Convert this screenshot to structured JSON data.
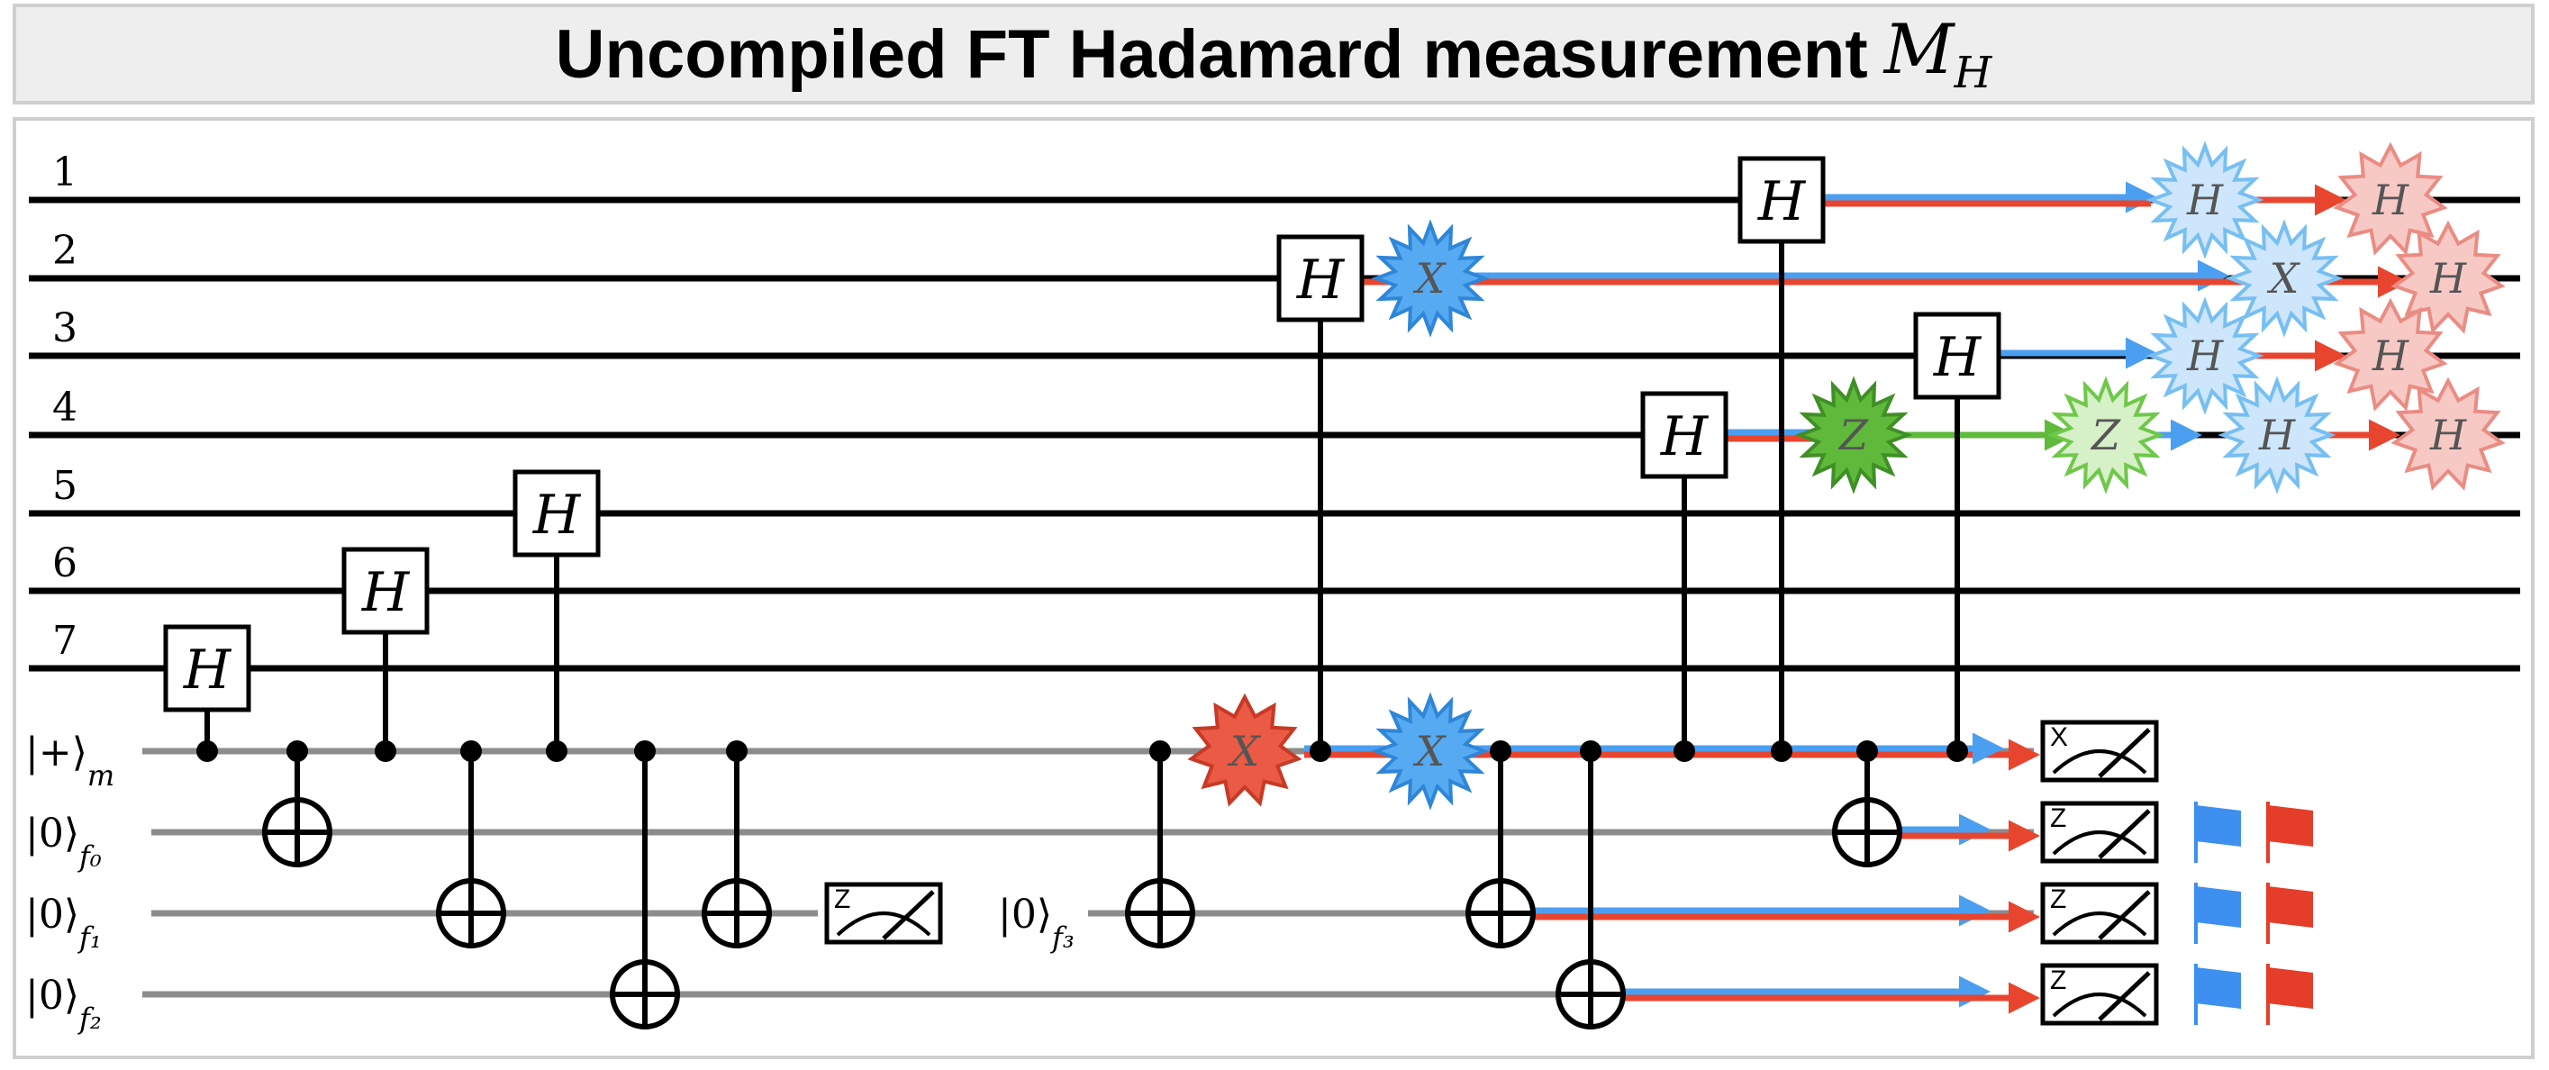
{
  "title": {
    "text": "Uncompiled FT Hadamard measurement",
    "math": "M",
    "math_sub": "H"
  },
  "qubits": [
    {
      "label": "1",
      "kind": "data"
    },
    {
      "label": "2",
      "kind": "data"
    },
    {
      "label": "3",
      "kind": "data"
    },
    {
      "label": "4",
      "kind": "data"
    },
    {
      "label": "5",
      "kind": "data"
    },
    {
      "label": "6",
      "kind": "data"
    },
    {
      "label": "7",
      "kind": "data"
    },
    {
      "label": "|+⟩",
      "sub": "m",
      "kind": "ancilla"
    },
    {
      "label": "|0⟩",
      "sub": "f₀",
      "kind": "ancilla"
    },
    {
      "label": "|0⟩",
      "sub": "f₁",
      "kind": "ancilla"
    },
    {
      "label": "|0⟩",
      "sub": "f₂",
      "kind": "ancilla"
    }
  ],
  "late_ancilla": {
    "label": "|0⟩",
    "sub": "f₃"
  },
  "gates": {
    "h_label": "H",
    "x_label": "X",
    "z_label": "Z",
    "meter_x": "X",
    "meter_z": "Z"
  },
  "colors": {
    "wire_data": "#000000",
    "wire_ancilla": "#8c8c8c",
    "error_x_red": "#e8452f",
    "error_x_blue": "#4b9ff0",
    "error_z_green": "#5fb93a",
    "flag_blue": "#3d8ff0",
    "flag_red": "#e43d2a"
  },
  "icons": [
    "hadamard-gate-icon",
    "cnot-target-icon",
    "control-dot-icon",
    "measurement-meter-icon",
    "error-star-icon",
    "flag-icon"
  ]
}
